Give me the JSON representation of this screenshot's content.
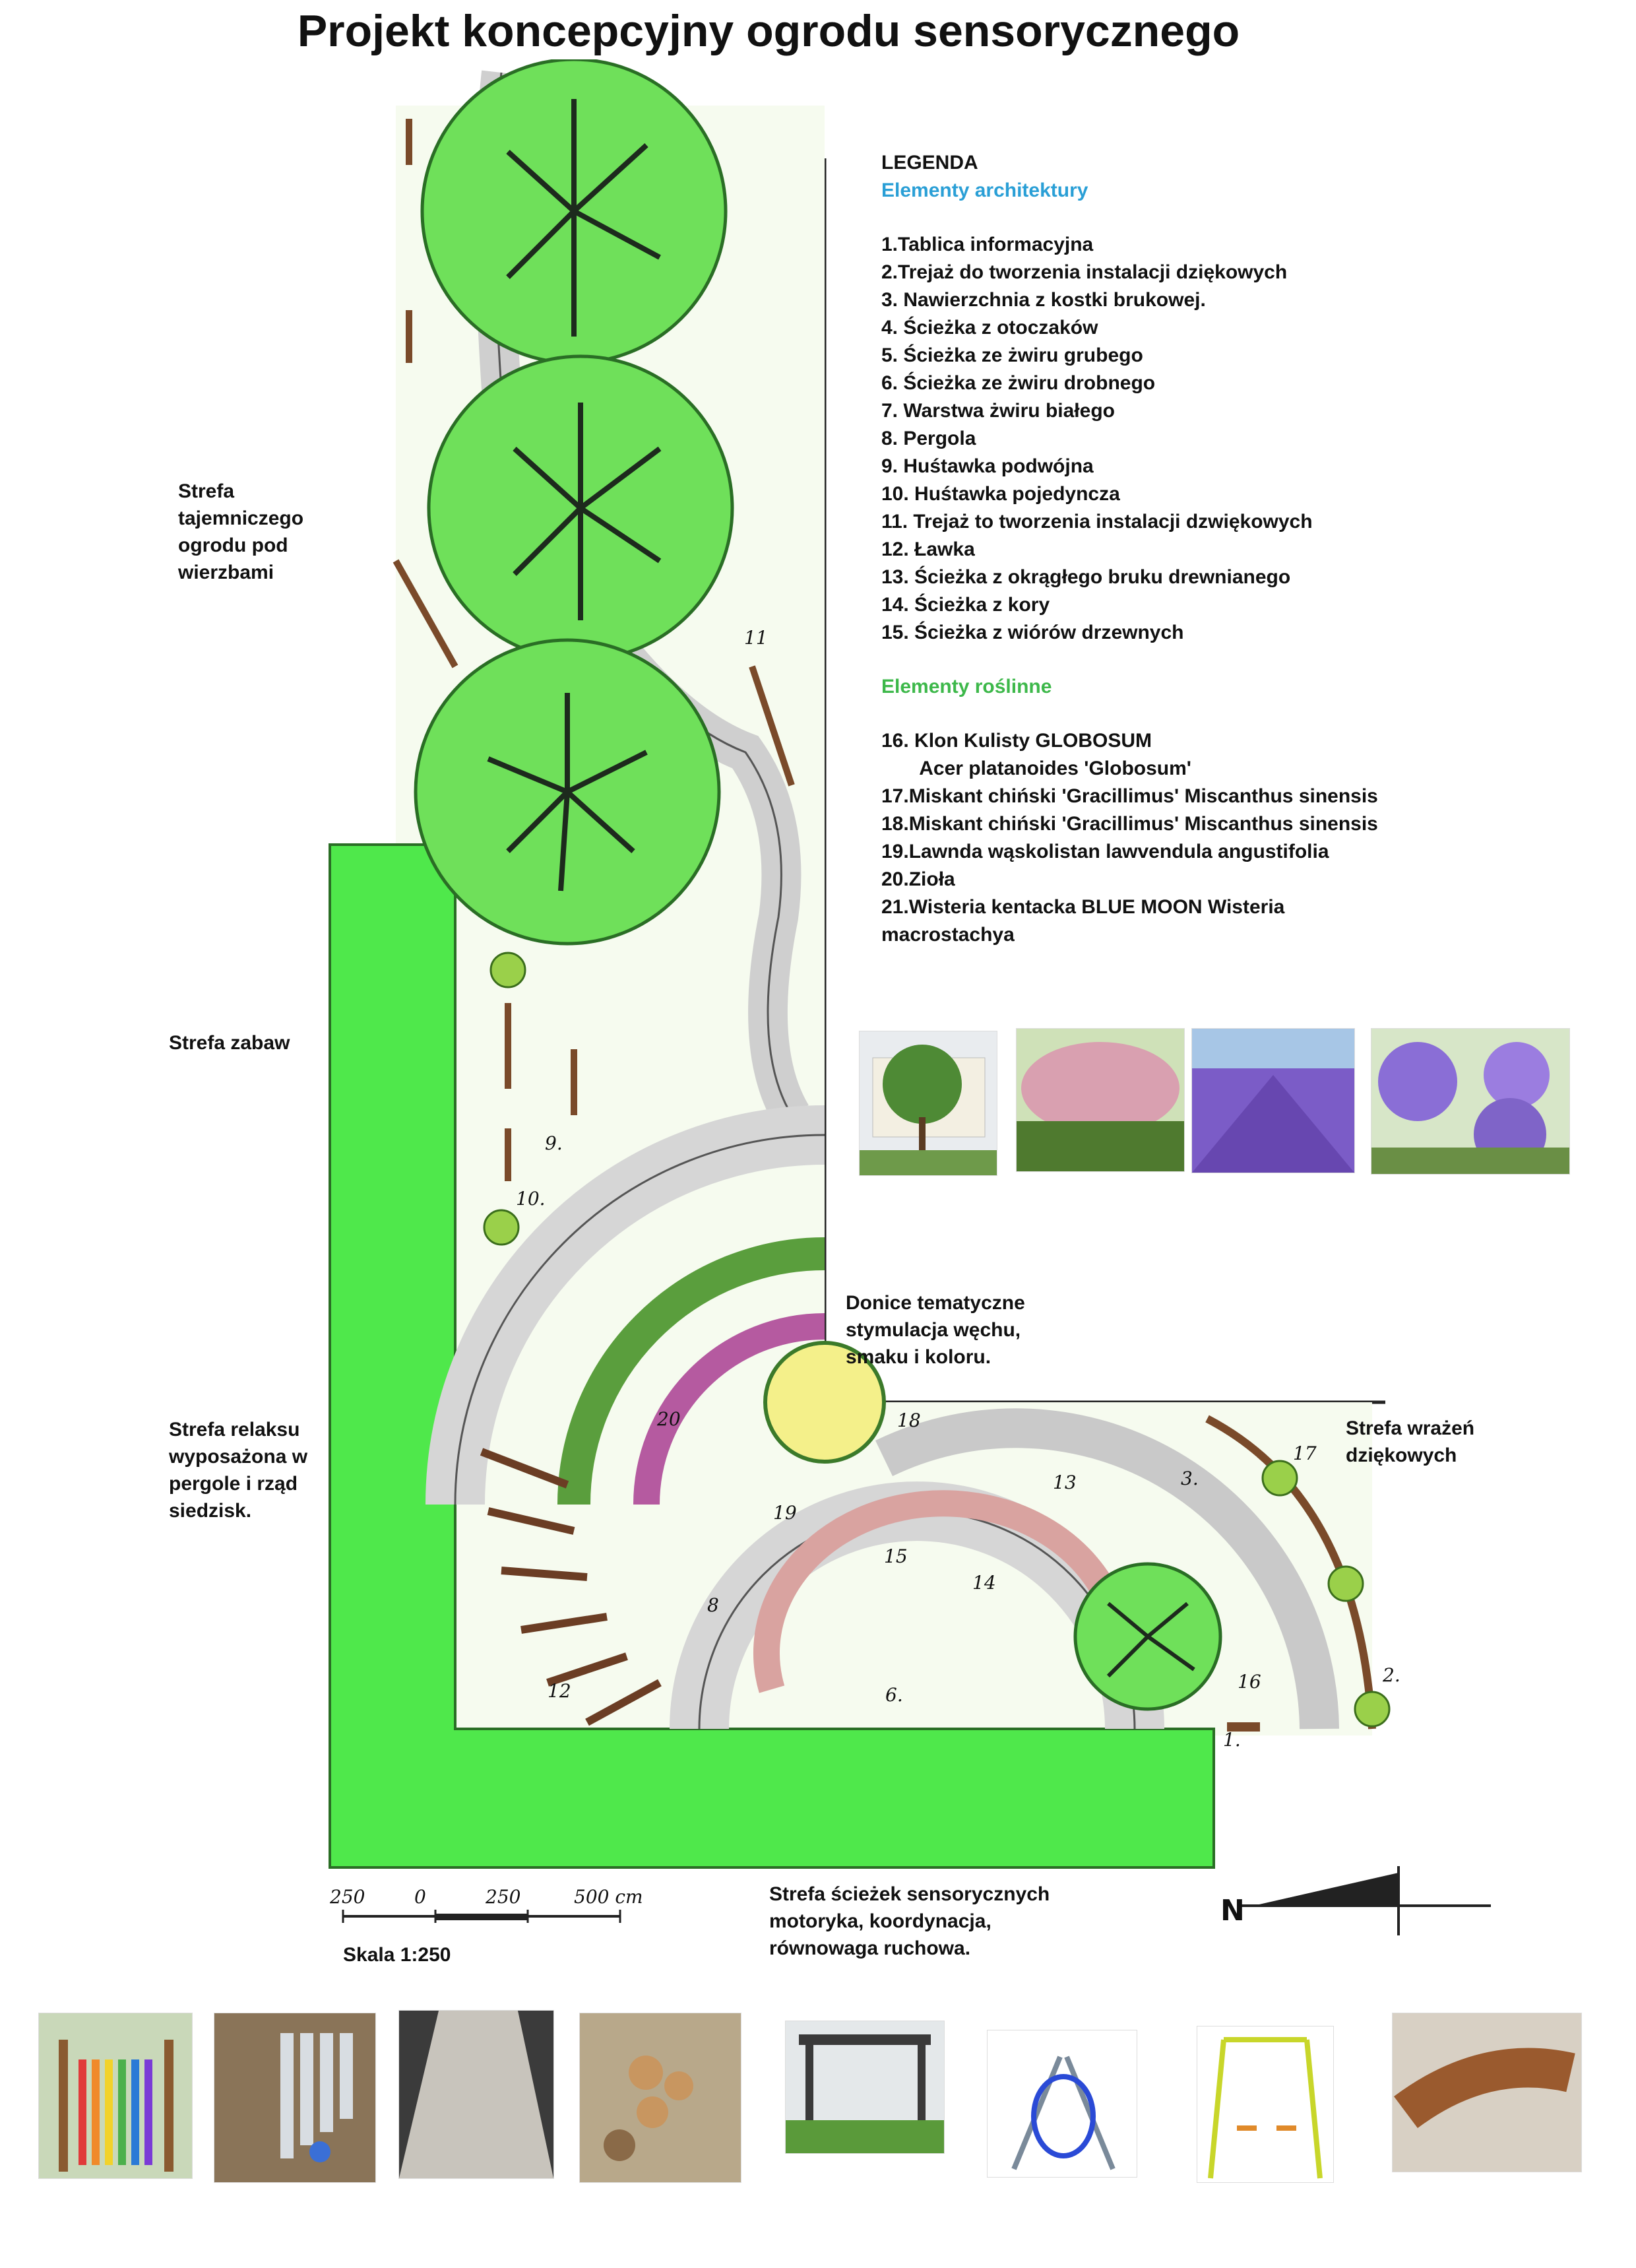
{
  "title": "Projekt koncepcyjny ogrodu sensorycznego",
  "legend": {
    "heading": "LEGENDA",
    "architecture_heading": "Elementy architektury",
    "architecture_items": [
      "1.Tablica informacyjna",
      "2.Trejaż do tworzenia instalacji dzięko­wych",
      "3. Nawierzchnia z kostki brukowej.",
      "4. Ścieżka z otoczaków",
      "5. Ścieżka ze żwiru grubego",
      "6. Ścieżka ze żwiru drobnego",
      "7. Warstwa żwiru białego",
      "8. Pergola",
      "9. Huśtawka podwójna",
      "10. Huśtawka pojedyncza",
      "11. Trejaż to tworzenia instalacji dzwiękowych",
      "12. Ławka",
      "13. Ścieżka z okrągłego bruku drewnianego",
      "14. Ścieżka z kory",
      "15. Ścieżka z wiórów drzewnych"
    ],
    "plants_heading": "Elementy roślinne",
    "plant_items": [
      "16. Klon Kulisty GLOBOSUM",
      "       Acer platanoides 'Globosum'",
      "17.Miskant chiński 'Gracillimus' Miscanthus sinensis",
      "18.Miskant chiński 'Gracillimus' Miscanthus sinensis",
      "19.Lawnda wąskolistan lawvendula angustifolia",
      "20.Zioła",
      "21.Wisteria kentacka BLUE MOON Wisteria",
      "macrostachya"
    ]
  },
  "zones": {
    "secret_garden": "Strefa\ntajemniczego\nogrodu pod\nwierzbami",
    "play": "Strefa zabaw",
    "relax": "Strefa relaksu\nwyposażona w\npergole i rząd\nsiedzisk.",
    "thanks": "Strefa wrażeń\ndziękowych",
    "planters": "Donice tematyczne\nstymulacja węchu,\n smaku i koloru.",
    "paths": "Strefa ścieżek sensorycznych\nmotoryka, koordynacja,\nrównowaga ruchowa."
  },
  "scale": {
    "label": "Skala 1:250",
    "ticks": [
      "250",
      "0",
      "250",
      "500 cm"
    ]
  },
  "north_label": "N",
  "plan_numbers": [
    "11",
    "9.",
    "10.",
    "20",
    "18",
    "13",
    "3.",
    "17",
    "19",
    "15",
    "14",
    "8",
    "12",
    "6.",
    "16",
    "1.",
    "2."
  ],
  "colors": {
    "lawn": "#4fe84b",
    "tree": "#6fe05a",
    "path_gray": "#c8c8c8",
    "arch_blue": "#2a9fd6",
    "plant_green": "#3db84a",
    "bark_brown": "#7a4a2a"
  },
  "plant_photos": [
    "maple-tree-photo",
    "miscanthus-photo",
    "lavender-field-photo",
    "wisteria-photo"
  ],
  "architecture_photos": [
    "chime-installation-photo",
    "sound-pipes-photo",
    "paving-photo",
    "wood-cobble-path-photo",
    "pergola-photo",
    "double-swing-seat-photo",
    "swing-set-photo",
    "curved-bench-photo"
  ]
}
